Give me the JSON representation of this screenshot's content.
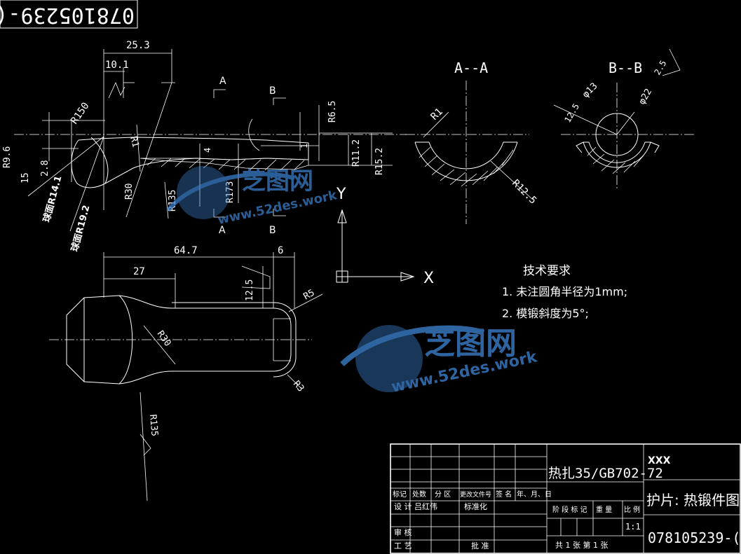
{
  "drawing": {
    "top_left_code": "078105239-(",
    "view_labels": {
      "section_a": "A--A",
      "section_b": "B--B"
    },
    "cut_marks": [
      "A",
      "B",
      "A",
      "B"
    ],
    "axes": {
      "y": "Y",
      "x": "X"
    },
    "dimensions_top": [
      "25.3",
      "10.1",
      "R150",
      "R1",
      "R6.5",
      "R11.2",
      "R15.2",
      "R9.6",
      "15",
      "2.8",
      "R30",
      "R173",
      "R135",
      "4",
      "1",
      "R14.1",
      "R19.2"
    ],
    "sphere_labels": [
      "球面R14.1",
      "球面R19.2"
    ],
    "dimensions_section": [
      "R1",
      "R12.5",
      "φ13",
      "φ22",
      "12.5",
      "2.5"
    ],
    "dimensions_bottom": [
      "64.7",
      "6",
      "27",
      "12.5",
      "R5",
      "R30",
      "R3",
      "R135"
    ],
    "tech_requirements": {
      "title": "技术要求",
      "items": [
        "1. 未注圆角半径为1mm;",
        "2. 模锻斜度为5°;"
      ]
    }
  },
  "title_block": {
    "material": "热扎35/GB702-72",
    "company": "XXX",
    "part_name": "护片: 热锻件图",
    "drawing_number": "078105239-(",
    "scale": "1:1",
    "headers": [
      "标记",
      "处数",
      "分 区",
      "更改文件号",
      "签 名",
      "年、月、日"
    ],
    "row_design": [
      "设 计",
      "吕红伟",
      "标准化"
    ],
    "row_review": "审 核",
    "row_process": "工 艺",
    "approve": "批 准",
    "stage_headers": [
      "阶 段 标 记",
      "重 量",
      "比 例"
    ],
    "sheet_info": "共 1 张    第 1 张"
  },
  "watermark": {
    "brand": "芝图网",
    "url": "www.52des.work"
  },
  "colors": {
    "line": "#ffffff",
    "background": "#000000",
    "watermark": "#3a7ec8"
  }
}
